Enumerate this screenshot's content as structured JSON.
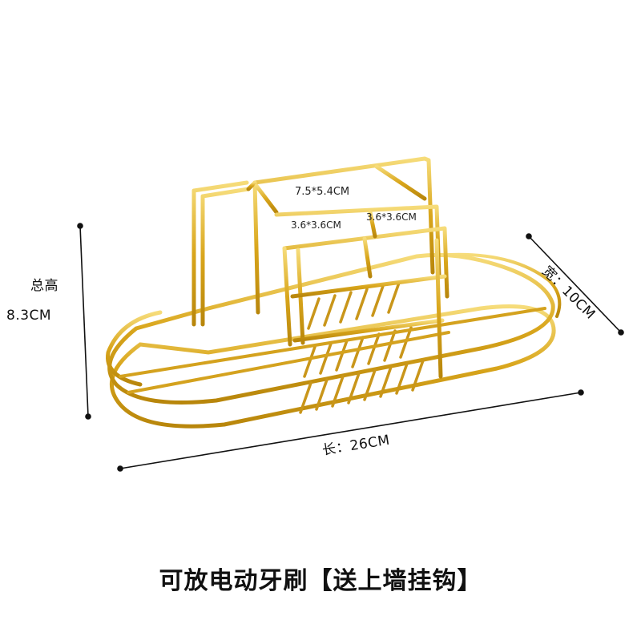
{
  "labels": {
    "height_title": "总高",
    "height_value": "8.3CM",
    "width": "宽：10CM",
    "length": "长：26CM",
    "compartment_large": "7.5*5.4CM",
    "compartment_small_left": "3.6*3.6CM",
    "compartment_small_right": "3.6*3.6CM"
  },
  "caption": "可放电动牙刷【送上墙挂钩】",
  "colors": {
    "gold": "#d9a61c",
    "gold_highlight": "#f4d36a",
    "gold_shadow": "#a9780f",
    "dimension_line": "#111111",
    "background": "#ffffff"
  }
}
